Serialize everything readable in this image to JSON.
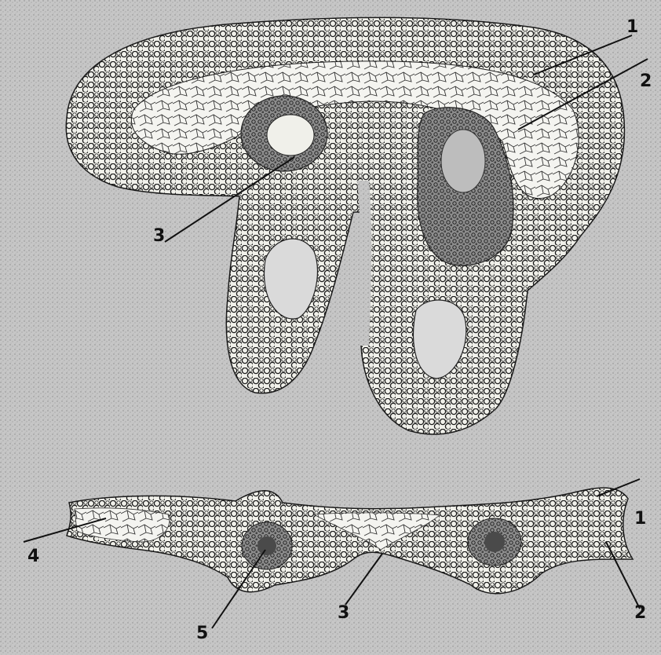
{
  "figure": {
    "labels": {
      "top_1": "1",
      "top_2": "2",
      "top_3": "3",
      "bottom_1": "1",
      "bottom_2": "2",
      "bottom_3": "3",
      "bottom_4": "4",
      "bottom_5": "5"
    },
    "colors": {
      "background": "#c9c9c9",
      "tissue": "#f2f2ee",
      "cell_outline": "#1a1a1a",
      "dense_tissue": "#6a6a6a"
    }
  }
}
